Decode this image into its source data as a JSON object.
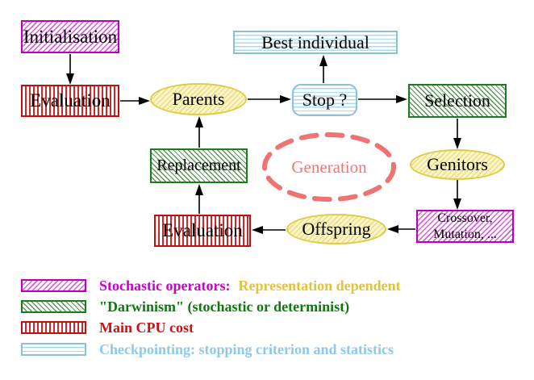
{
  "title": "Evolutionary algorithm generation loop",
  "colors": {
    "magenta": "#cc00cc",
    "green": "#1e7a1e",
    "red": "#cc1111",
    "cyan_border": "#8cc0d8",
    "cyan_text": "#8ec9e8",
    "yellow_node_border": "#ddcc44",
    "yellow_legend_text": "#e6c235",
    "salmon": "#ee7878",
    "arrow": "#000000"
  },
  "nodes": {
    "initialisation": "Initialisation",
    "evaluation_top": "Evaluation",
    "parents": "Parents",
    "stop": "Stop ?",
    "best_individual": "Best individual",
    "selection": "Selection",
    "genitors": "Genitors",
    "crossover_mutation": "Crossover,\nMutation, ...",
    "offspring": "Offspring",
    "evaluation_bottom": "Evaluation",
    "replacement": "Replacement",
    "generation": "Generation"
  },
  "legend": {
    "row1": {
      "text1": "Stochastic operators:",
      "text2": "Representation dependent"
    },
    "row2": {
      "text": "\"Darwinism\" (stochastic or determinist)"
    },
    "row3": {
      "text": "Main CPU cost"
    },
    "row4": {
      "text": "Checkpointing: stopping criterion and statistics"
    }
  }
}
